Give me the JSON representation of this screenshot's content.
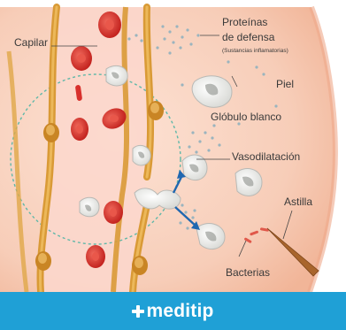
{
  "labels": {
    "capillary": "Capilar",
    "proteins_line1": "Proteínas",
    "proteins_line2": "de defensa",
    "proteins_note": "(Sustancias inflamatorias)",
    "skin": "Piel",
    "white_cell": "Glóbulo blanco",
    "vasodilation": "Vasodilatación",
    "splinter": "Astilla",
    "bacteria": "Bacterias"
  },
  "brand": {
    "name": "meditip",
    "bar_color": "#1fa0d6"
  },
  "colors": {
    "skin": "#f6c7b0",
    "vessel_wall": "#d99a36",
    "red_cell": "#d8302c",
    "dashed_circle": "#5fb8a8",
    "arrow": "#1f67b0"
  }
}
